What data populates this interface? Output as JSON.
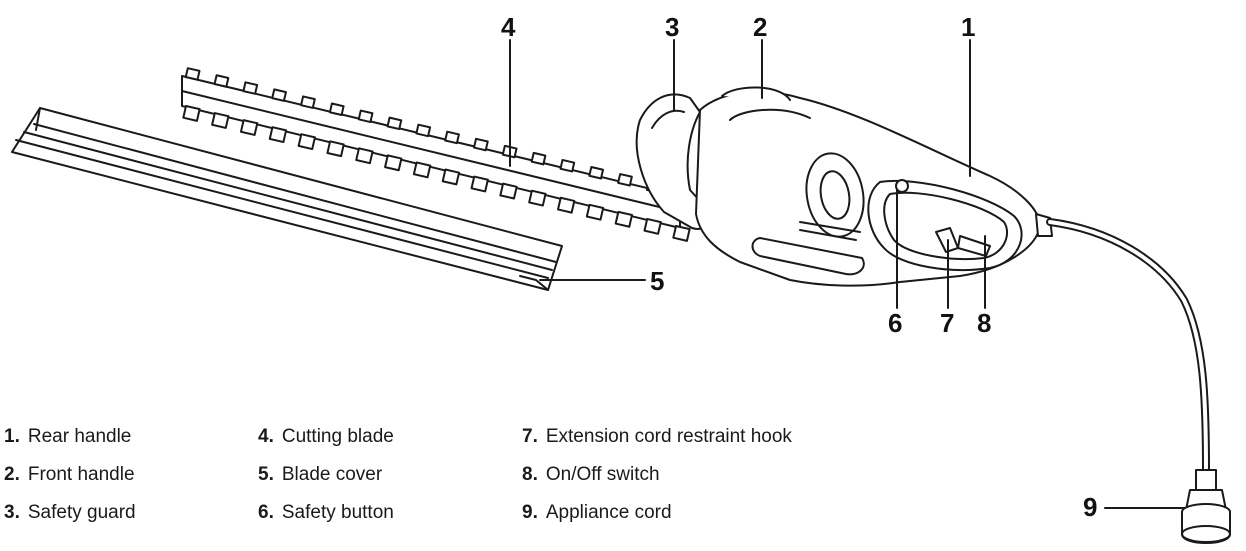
{
  "callouts": {
    "c1": "1",
    "c2": "2",
    "c3": "3",
    "c4": "4",
    "c5": "5",
    "c6": "6",
    "c7": "7",
    "c8": "8",
    "c9": "9"
  },
  "legend": [
    {
      "num": "1.",
      "label": "Rear handle"
    },
    {
      "num": "2.",
      "label": "Front handle"
    },
    {
      "num": "3.",
      "label": "Safety guard"
    },
    {
      "num": "4.",
      "label": "Cutting blade"
    },
    {
      "num": "5.",
      "label": "Blade cover"
    },
    {
      "num": "6.",
      "label": "Safety button"
    },
    {
      "num": "7.",
      "label": "Extension cord restraint hook"
    },
    {
      "num": "8.",
      "label": "On/Off switch"
    },
    {
      "num": "9.",
      "label": "Appliance cord"
    }
  ],
  "colors": {
    "line": "#1a1a1a",
    "fill": "#ffffff",
    "text": "#1a1a1a"
  }
}
